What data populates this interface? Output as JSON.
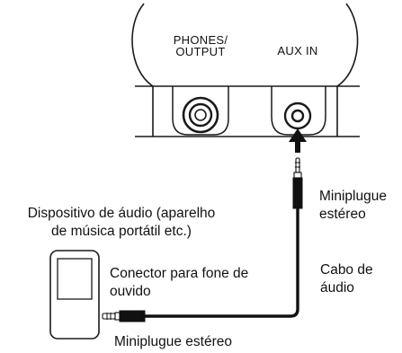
{
  "panel": {
    "phones_output_label": {
      "line1": "PHONES/",
      "line2": "OUTPUT"
    },
    "aux_in_label": "AUX IN"
  },
  "callouts": {
    "audio_device": {
      "line1": "Dispositivo de áudio (aparelho",
      "line2": "de música portátil etc.)"
    },
    "headphone_jack": {
      "line1": "Conector para fone de",
      "line2": "ouvido"
    },
    "mini_plug_top": {
      "line1": "Miniplugue",
      "line2": "estéreo"
    },
    "audio_cable": {
      "line1": "Cabo de",
      "line2": "áudio"
    },
    "mini_plug_bottom": "Miniplugue estéreo"
  }
}
